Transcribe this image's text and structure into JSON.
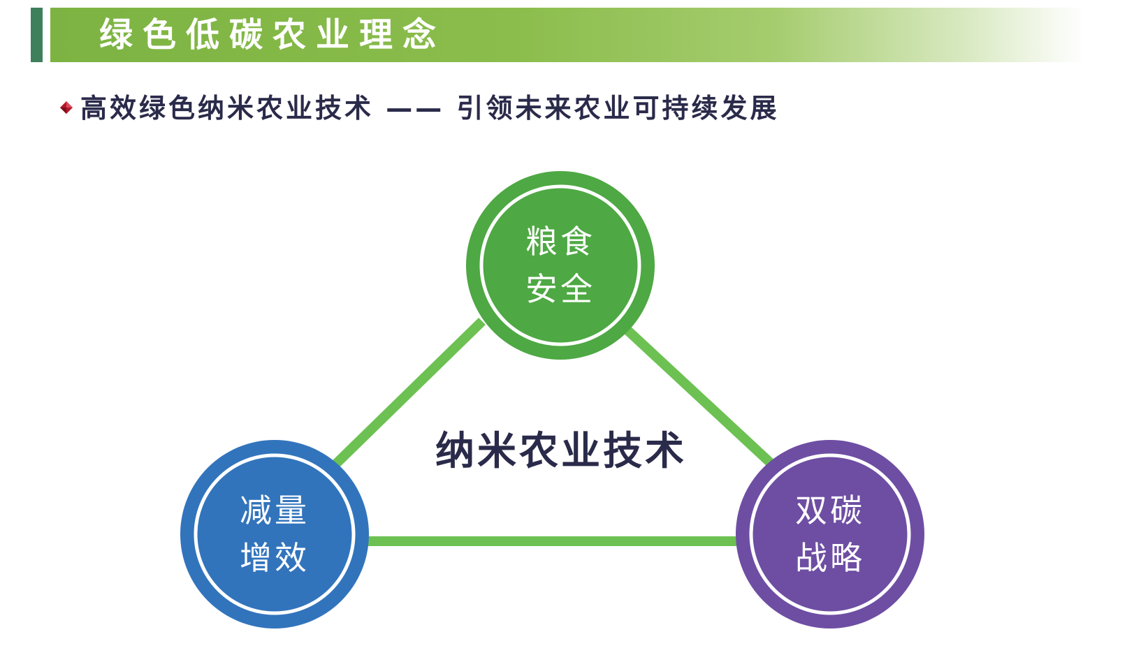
{
  "header": {
    "title": "绿色低碳农业理念"
  },
  "subtitle": {
    "text": "高效绿色纳米农业技术 —— 引领未来农业可持续发展"
  },
  "diagram": {
    "center_label": "纳米农业技术",
    "nodes": [
      {
        "line1": "粮食",
        "line2": "安全",
        "color": "#4ea843"
      },
      {
        "line1": "减量",
        "line2": "增效",
        "color": "#3274bc"
      },
      {
        "line1": "双碳",
        "line2": "战略",
        "color": "#6e4ea3"
      }
    ],
    "connector_color": "#6cc152"
  },
  "colors": {
    "header_accent": "#3e7f5c",
    "header_band": "#7cb342",
    "bullet": "#b3182a",
    "text_dark": "#2a2a4a"
  }
}
